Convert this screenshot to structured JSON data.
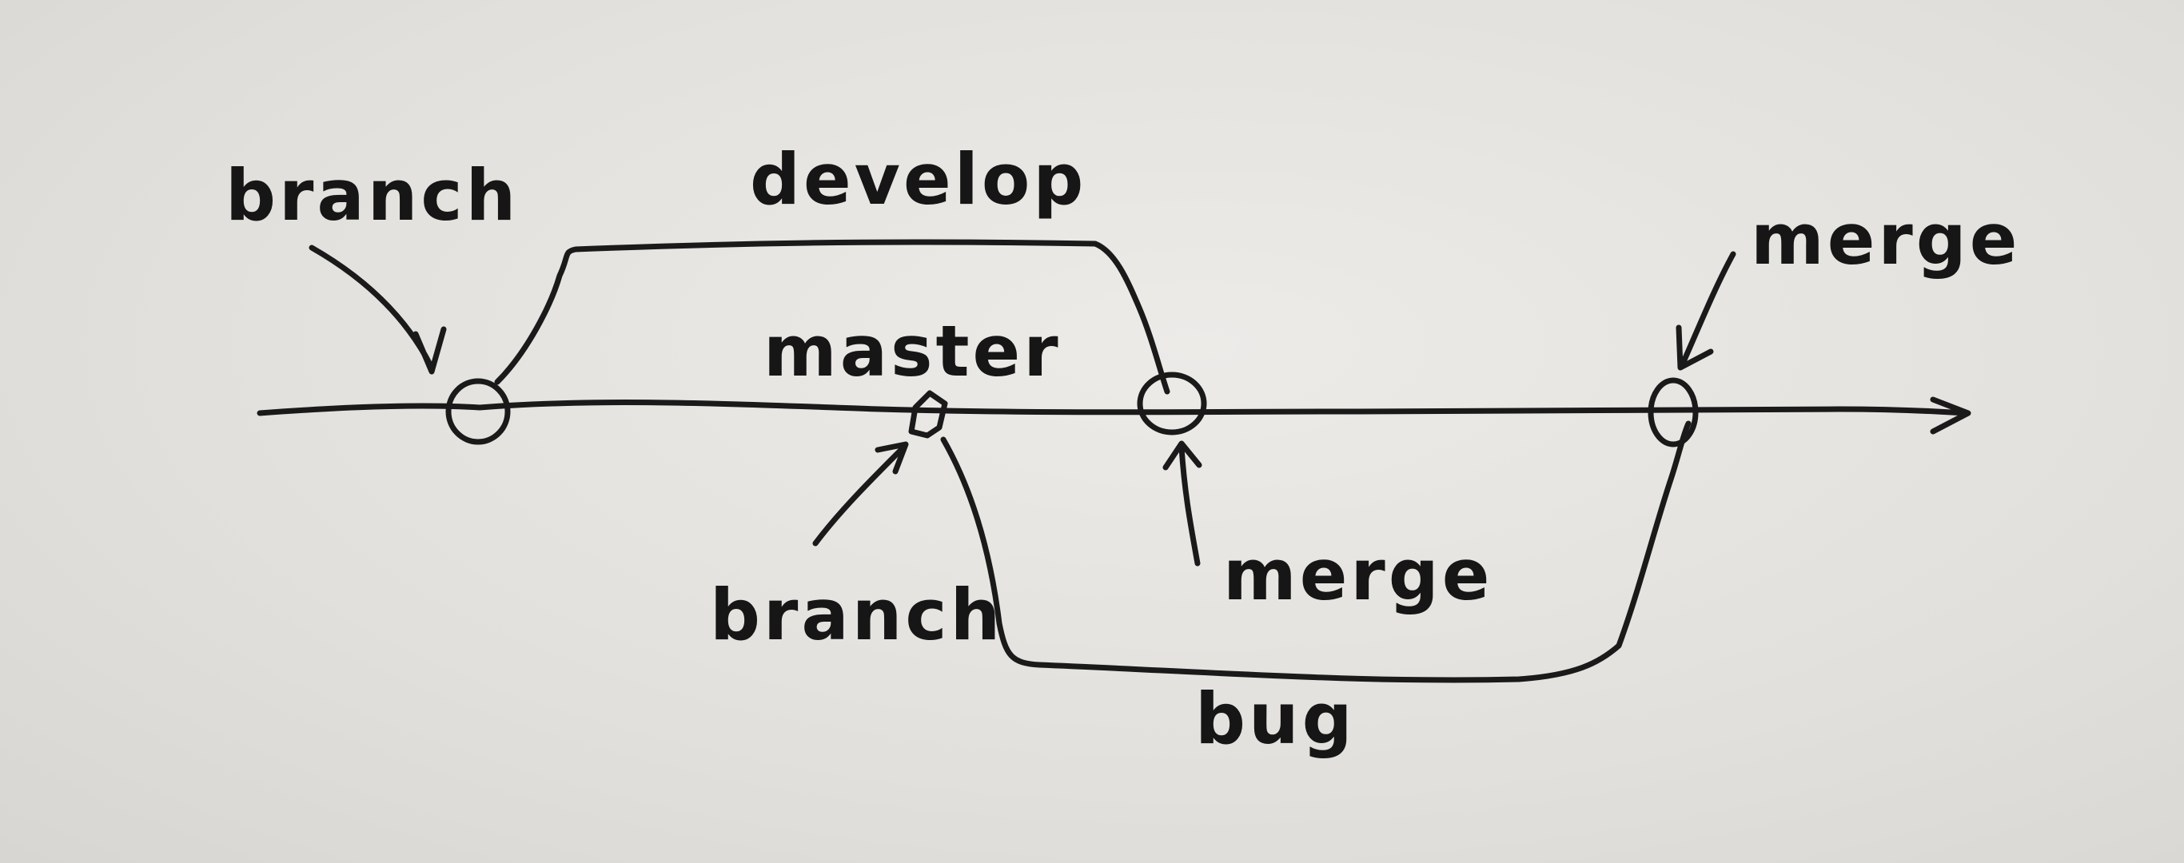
{
  "branches": {
    "master": "master",
    "develop": "develop",
    "bug": "bug"
  },
  "annotations": {
    "branch_top": "branch",
    "branch_bottom": "branch",
    "merge_middle": "merge",
    "merge_right": "merge"
  },
  "colors": {
    "paper": "#e3e1dd",
    "ink": "#1a1a1a"
  }
}
